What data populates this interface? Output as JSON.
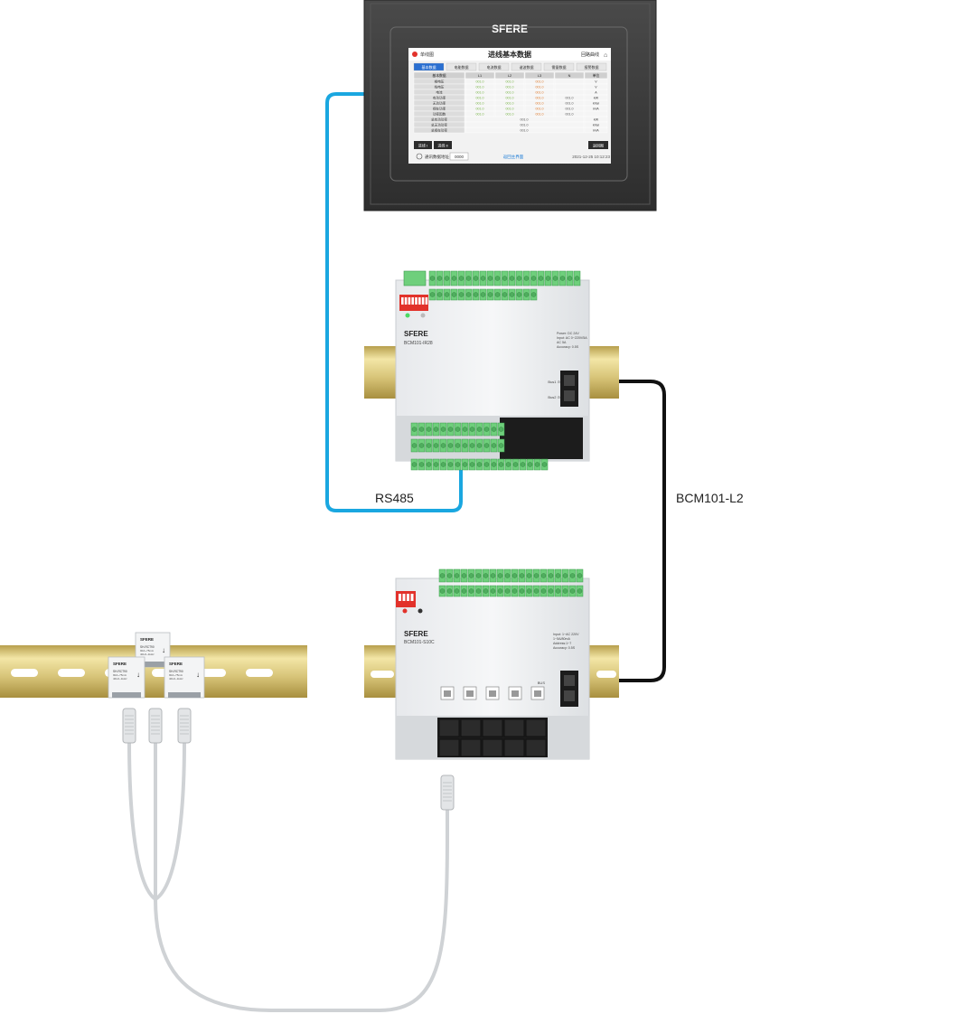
{
  "hmi": {
    "brand": "SFERE",
    "screen_title": "进线基本数据",
    "top_left_label": "单线图",
    "top_right_label": "回路曲线",
    "tabs": [
      "基本数据",
      "电能数据",
      "电流数据",
      "谐波数据",
      "需量数据",
      "报警数据"
    ],
    "table_header": [
      "基本数据",
      "L1",
      "L2",
      "L3",
      "N",
      "单位"
    ],
    "row_labels": [
      "相电压",
      "线电压",
      "电流",
      "有功功率",
      "无功功率",
      "视在功率",
      "功率因数",
      "总有功功率",
      "总无功功率",
      "总视在功率"
    ],
    "cell_value": "001.0",
    "units": [
      "V",
      "V",
      "A",
      "kW",
      "kVar",
      "kVA",
      "",
      "kW",
      "kVar",
      "kVA"
    ],
    "bottom_buttons": [
      "进线 I",
      "进线 II",
      "返回图"
    ],
    "footer_left": "通讯数据地址：",
    "footer_input": "0000",
    "footer_mid": "返回主界面",
    "footer_right": "2021-12-25 10:12:23"
  },
  "module_top": {
    "brand": "SFERE",
    "model": "BCM101-IR28",
    "specs": [
      "Power: DC 24V",
      "Input: AC 0~220V/5A",
      "AC 5A",
      "Accuracy: 0.5S"
    ],
    "bus_labels": [
      "Bus1 ⊙",
      "Bus2 ⊙"
    ]
  },
  "module_bottom": {
    "brand": "SFERE",
    "model": "BCM101-S10C",
    "specs": [
      "Input: 1~AC 220V",
      "1~5A/80mA",
      "Address:1~7",
      "Accuracy: 0.5S"
    ],
    "bus_label": "BUS"
  },
  "sensors": {
    "brand": "SFERE",
    "items": [
      {
        "model": "SH-RCT90",
        "spec1": "90A~75mA",
        "spec2": "40Hz~1kHz"
      },
      {
        "model": "SH-RCT90",
        "spec1": "90A~75mA",
        "spec2": "40Hz~1kHz"
      },
      {
        "model": "SH-RCT90",
        "spec1": "90A~75mA",
        "spec2": "40Hz~1kHz"
      }
    ]
  },
  "labels": {
    "rs485": "RS485",
    "bcm_link": "BCM101-L2"
  },
  "colors": {
    "rs485_cable": "#1aa7e0",
    "bus_cable": "#111111",
    "terminal_green": "#6fcf7c",
    "din_rail": "#d9c98a",
    "sfere_red": "#e2322b"
  }
}
